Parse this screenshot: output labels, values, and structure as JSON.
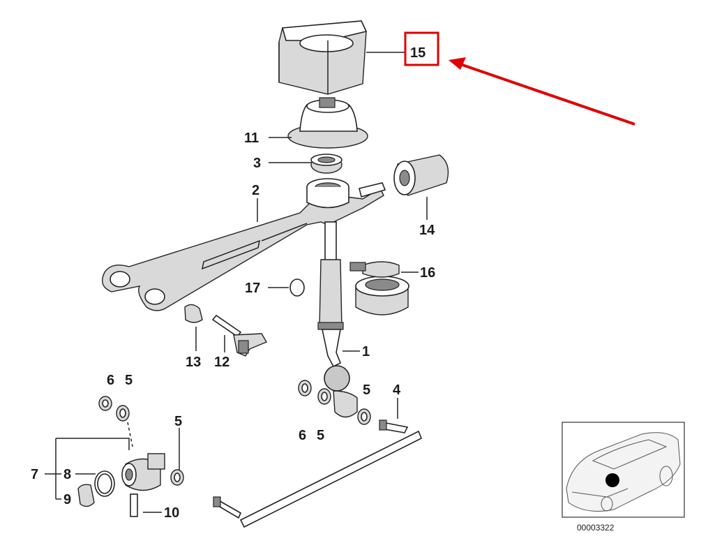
{
  "callouts": {
    "c15": "15",
    "c11": "11",
    "c3": "3",
    "c2": "2",
    "c14": "14",
    "c16": "16",
    "c17": "17",
    "c1": "1",
    "c13": "13",
    "c12": "12",
    "c6a": "6",
    "c5a": "5",
    "c5b": "5",
    "c5c": "5",
    "c4": "4",
    "c6b": "6",
    "c5d": "5",
    "c7": "7",
    "c8": "8",
    "c9": "9",
    "c10": "10"
  },
  "inset": {
    "code": "00003322"
  },
  "colors": {
    "highlight": "#e00000",
    "ink": "#222222"
  }
}
